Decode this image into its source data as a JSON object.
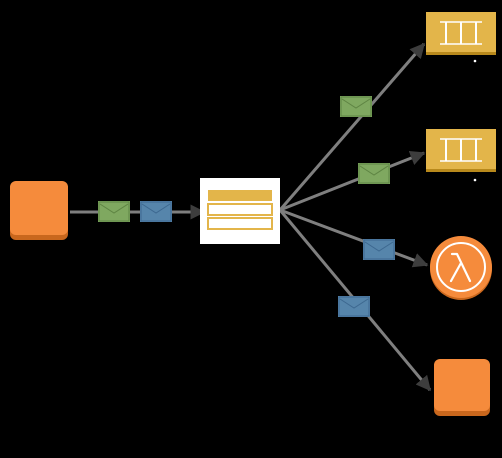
{
  "colors": {
    "background": "#000000",
    "connector": "#7f7f7f",
    "arrowhead": "#3d3d3d",
    "compute_orange": "#f58b3c",
    "compute_orange_dark": "#c9671d",
    "topic_frame": "#ffffff",
    "topic_gold": "#e3b54a",
    "topic_gold_dark": "#b8891c",
    "queue_gold": "#e3b54a",
    "queue_gold_dark": "#b8891c",
    "message_green": "#7fa860",
    "message_green_dark": "#5e8443",
    "message_blue": "#5685ab",
    "message_blue_dark": "#3d6890"
  },
  "nodes": {
    "publisher": {
      "icon": "compute-instance-icon"
    },
    "topic": {
      "icon": "notification-topic-icon"
    },
    "queue_1": {
      "icon": "queue-icon"
    },
    "queue_2": {
      "icon": "queue-icon"
    },
    "lambda": {
      "icon": "lambda-function-icon"
    },
    "instance": {
      "icon": "compute-instance-icon"
    }
  },
  "messages": [
    {
      "edge": "publisher-topic",
      "color": "green"
    },
    {
      "edge": "publisher-topic",
      "color": "blue"
    },
    {
      "edge": "topic-queue_1",
      "color": "green"
    },
    {
      "edge": "topic-queue_2",
      "color": "green"
    },
    {
      "edge": "topic-lambda",
      "color": "blue"
    },
    {
      "edge": "topic-instance",
      "color": "blue"
    }
  ]
}
